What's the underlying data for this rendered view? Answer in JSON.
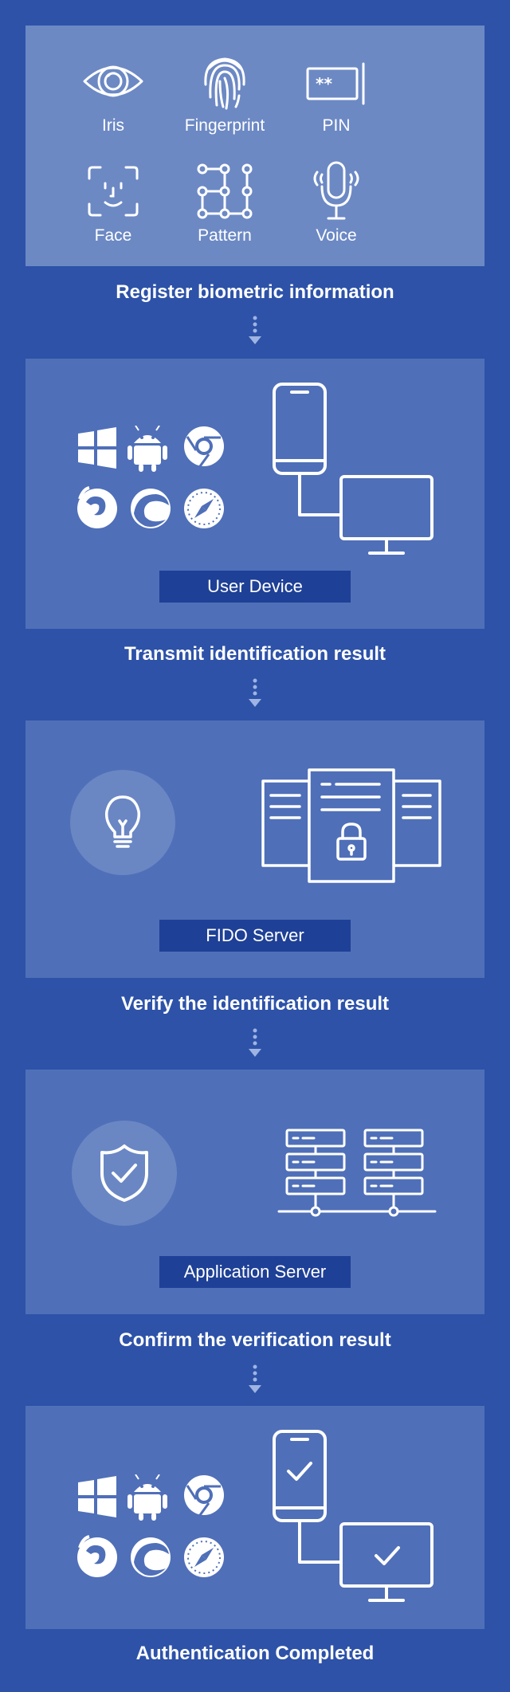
{
  "biometrics": {
    "items": [
      {
        "label": "Iris",
        "icon": "eye-icon"
      },
      {
        "label": "Fingerprint",
        "icon": "fingerprint-icon"
      },
      {
        "label": "PIN",
        "icon": "pin-card-icon"
      },
      {
        "label": "Face",
        "icon": "face-scan-icon"
      },
      {
        "label": "Pattern",
        "icon": "pattern-grid-icon"
      },
      {
        "label": "Voice",
        "icon": "microphone-icon"
      }
    ],
    "pin_mask": "**"
  },
  "steps": [
    {
      "caption": "Register biometric information"
    },
    {
      "caption": "Transmit identification result",
      "tag": "User Device"
    },
    {
      "caption": "Verify the identification result",
      "tag": "FIDO Server"
    },
    {
      "caption": "Confirm the verification result",
      "tag": "Application Server"
    },
    {
      "caption": "Authentication Completed"
    }
  ],
  "colors": {
    "background": "#2d52a8",
    "panel_light": "#6c89c4",
    "panel": "#4f6fb8",
    "tag": "#1e4096",
    "connector": "#9fb4e2"
  }
}
